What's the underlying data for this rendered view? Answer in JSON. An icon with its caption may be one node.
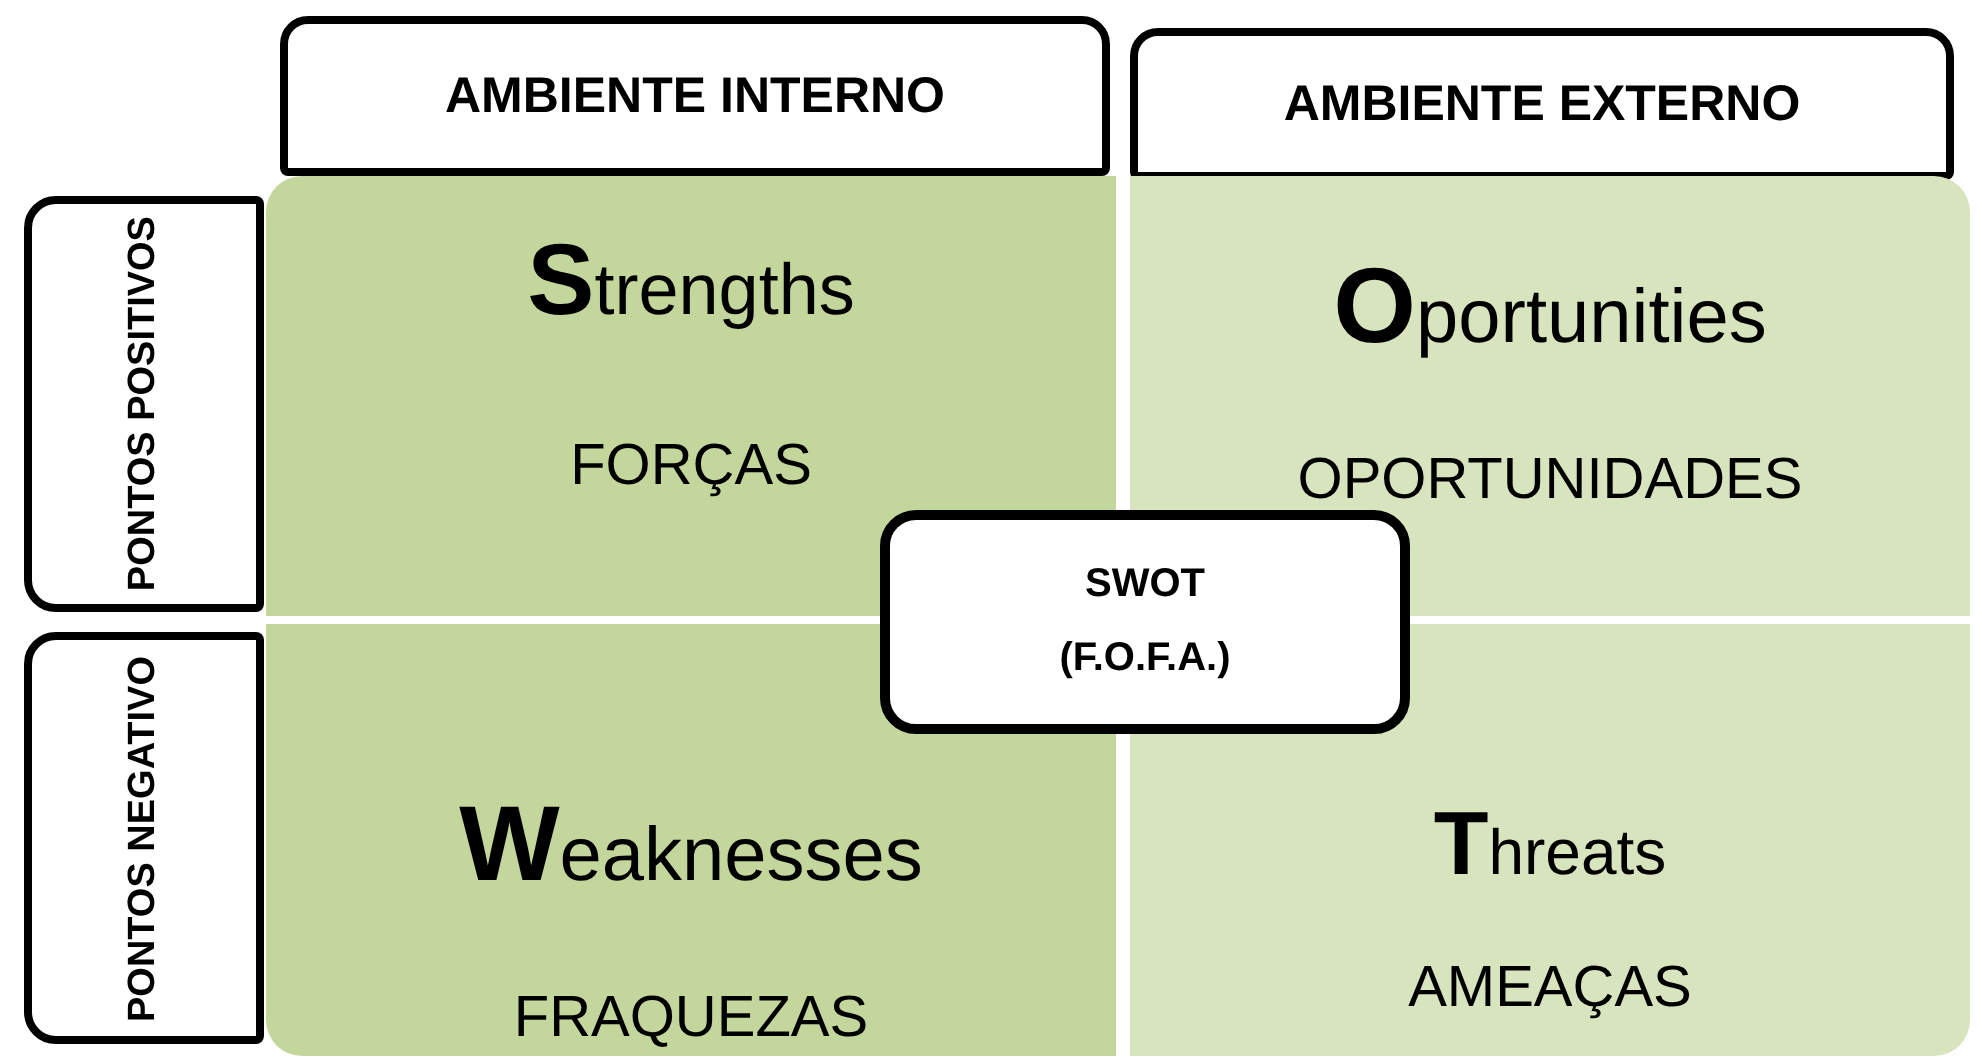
{
  "diagram": {
    "nodes": [
      {
        "text": [
          "AMBIENTE INTERNO"
        ]
      },
      {
        "text": [
          "AMBIENTE EXTERNO"
        ]
      },
      {
        "text": [
          "PONTOS POSITIVOS"
        ]
      },
      {
        "text": [
          "PONTOS NEGATIVO"
        ]
      },
      {
        "text": [
          "**S**trengths",
          "FORÇAS"
        ]
      },
      {
        "text": [
          "**O**portunities",
          "OPORTUNIDADES"
        ]
      },
      {
        "text": [
          "**W**eaknesses",
          "FRAQUEZAS"
        ]
      },
      {
        "text": [
          "**T**hreats",
          "AMEAÇAS"
        ]
      },
      {
        "text": [
          "SWOT",
          "(F.O.F.A.)"
        ]
      }
    ]
  }
}
